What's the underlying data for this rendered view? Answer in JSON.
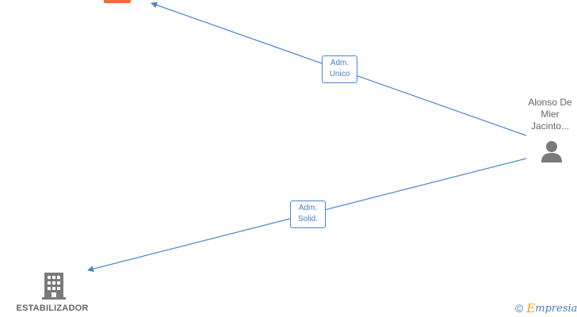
{
  "edges": [
    {
      "label_line1": "Adm.",
      "label_line2": "Unico"
    },
    {
      "label_line1": "Adm.",
      "label_line2": "Solid."
    }
  ],
  "person": {
    "name_line1": "Alonso De",
    "name_line2": "Mier",
    "name_line3": "Jacinto..."
  },
  "company": {
    "name": "ESTABILIZADOR"
  },
  "brand": {
    "copyright_symbol": "©",
    "logo_first_letter": "E",
    "logo_rest": "mpresia"
  },
  "colors": {
    "edge": "#4a86d0",
    "icon": "#7a7a7a",
    "top_node": "#f26b3a",
    "brand_accent": "#f0a020"
  }
}
